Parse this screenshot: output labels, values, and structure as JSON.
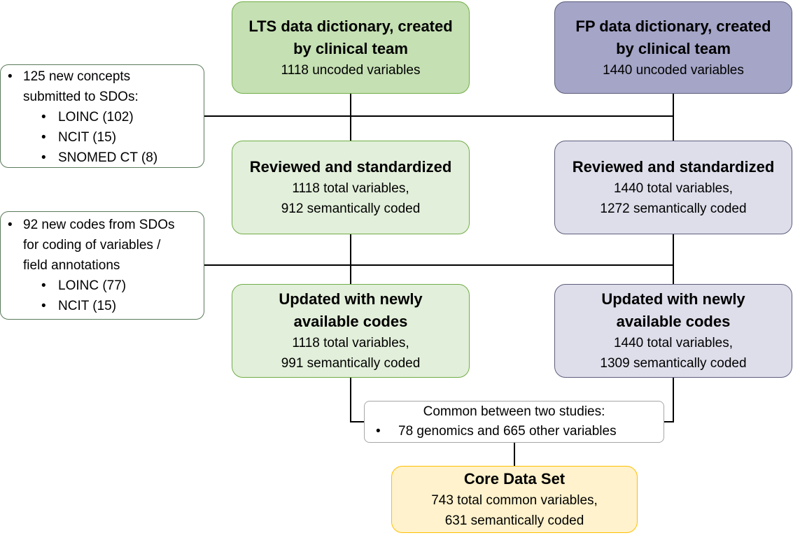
{
  "lts_top": {
    "title_lines": [
      "LTS data dictionary, created",
      "by clinical team"
    ],
    "detail": "1118 uncoded variables"
  },
  "fp_top": {
    "title_lines": [
      "FP data dictionary, created",
      "by clinical team"
    ],
    "detail": "1440 uncoded variables"
  },
  "lts_mid": {
    "title": "Reviewed and standardized",
    "details": [
      "1118 total variables,",
      "912 semantically coded"
    ]
  },
  "fp_mid": {
    "title": "Reviewed and standardized",
    "details": [
      "1440 total variables,",
      "1272 semantically coded"
    ]
  },
  "lts_bot": {
    "title_lines": [
      "Updated with newly",
      "available codes"
    ],
    "details": [
      "1118 total variables,",
      "991 semantically coded"
    ]
  },
  "fp_bot": {
    "title_lines": [
      "Updated with newly",
      "available codes"
    ],
    "details": [
      "1440 total variables,",
      "1309 semantically coded"
    ]
  },
  "note_concepts": {
    "bullet_lines": [
      "125 new concepts",
      "submitted to SDOs:"
    ],
    "sub_items": [
      "LOINC (102)",
      "NCIT (15)",
      "SNOMED CT (8)"
    ]
  },
  "note_codes": {
    "bullet_lines": [
      "92 new codes from SDOs",
      "for coding of variables /",
      "field annotations"
    ],
    "sub_items": [
      "LOINC (77)",
      "NCIT (15)"
    ]
  },
  "common": {
    "heading": "Common between two studies:",
    "item": "78 genomics and 665 other variables"
  },
  "core": {
    "title": "Core Data Set",
    "details": [
      "743 total common variables,",
      "631 semantically coded"
    ]
  },
  "colors": {
    "lts_fill": "#c5e0b3",
    "lts_light_fill": "#e2efda",
    "fp_fill": "#a4a5c7",
    "fp_light_fill": "#dedeeb",
    "core_fill": "#fff2cc",
    "core_border": "#ffc000"
  }
}
